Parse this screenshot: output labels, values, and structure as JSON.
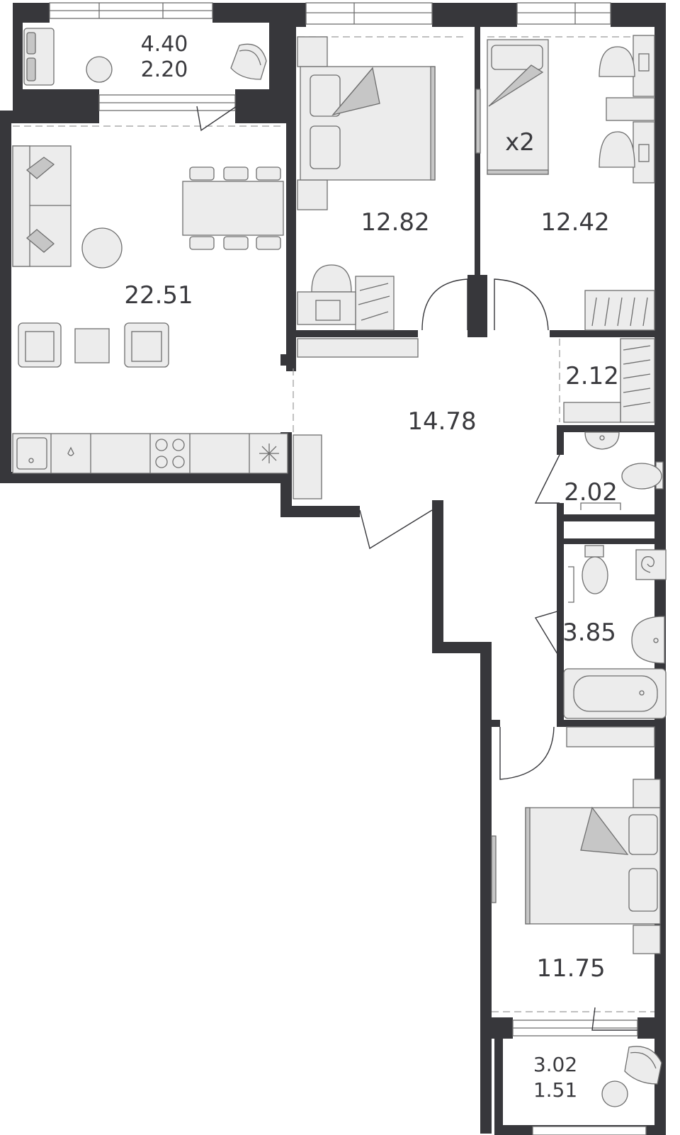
{
  "rooms": {
    "balcony_top": {
      "area": "4.40",
      "area2": "2.20"
    },
    "living": {
      "area": "22.51"
    },
    "bedroom_1": {
      "area": "12.82"
    },
    "bedroom_2": {
      "area": "12.42",
      "bed_count": "x2"
    },
    "hall": {
      "area": "14.78"
    },
    "closet": {
      "area": "2.12"
    },
    "wc": {
      "area": "2.02"
    },
    "bathroom": {
      "area": "3.85"
    },
    "bedroom_3": {
      "area": "11.75"
    },
    "balcony_bottom": {
      "area": "3.02",
      "area2": "1.51"
    }
  },
  "colors": {
    "wall": "#37373b",
    "furniture": "#ececec",
    "furniture_accent": "#c6c6c6",
    "text": "#3a3a3e"
  }
}
